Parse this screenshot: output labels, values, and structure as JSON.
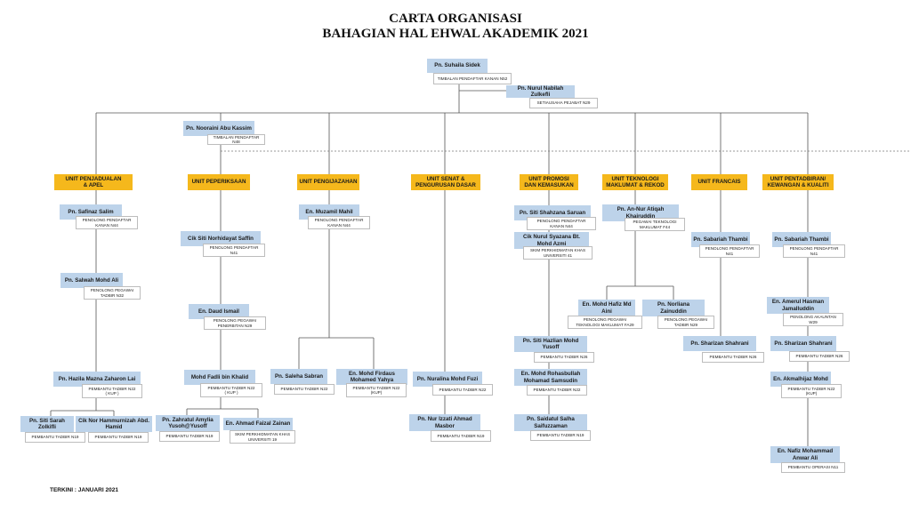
{
  "title_line1": "CARTA ORGANISASI",
  "title_line2": "BAHAGIAN HAL EHWAL AKADEMIK 2021",
  "footer": "TERKINI : JANUARI 2021",
  "top": {
    "head": {
      "name": "Pn. Suhaila Sidek",
      "post": "TIMBALAN PENDAFTAR KANAN N52"
    },
    "secretary": {
      "name": "Pn. Nurul  Nabilah Zulkefli",
      "post": "SETIAUSAHA PEJABAT N29"
    },
    "deputy": {
      "name": "Pn. Nooraini Abu Kassim",
      "post": "TIMBALAN PENDAFTAR N48"
    }
  },
  "units": [
    {
      "label": "UNIT PENJADUALAN\n& APEL"
    },
    {
      "label": "UNIT PEPERIKSAAN"
    },
    {
      "label": "UNIT PENGIJAZAHAN"
    },
    {
      "label": "UNIT SENAT &\nPENGURUSAN DASAR"
    },
    {
      "label": "UNIT PROMOSI\nDAN KEMASUKAN"
    },
    {
      "label": "UNIT TEKNOLOGI\nMAKLUMAT & REKOD"
    },
    {
      "label": "UNIT FRANCAIS"
    },
    {
      "label": "UNIT PENTADBIRAN/\nKEWANGAN & KUALITI"
    }
  ],
  "staff": [
    {
      "name": "Pn. Safinaz Salim",
      "post": "PENOLONG PENDAFTAR\nKANAN N44"
    },
    {
      "name": "Pn. Salwah Mohd Ali",
      "post": "PENOLONG PEGAWAI\nTADBIR N32"
    },
    {
      "name": "Pn. Hazila Mazna Zaharon Lai",
      "post": "PEMBANTU TADBIR N22\n( KUP )"
    },
    {
      "name": "Pn. Siti Sarah\nZolkifli",
      "post": "PEMBANTU TADBIR N19"
    },
    {
      "name": "Cik Nor Hammurnizah Abd.\nHamid",
      "post": "PEMBANTU TADBIR N19"
    },
    {
      "name": "Cik Siti Norhidayat Saffin",
      "post": "PENOLONG PENDAFTAR\nN41"
    },
    {
      "name": "En. Daud Ismail",
      "post": "PENOLONG PEGAWAI\nPENERBITAN N29"
    },
    {
      "name": "Mohd Fadli bin Khalid",
      "post": "PEMBANTU TADBIR N22\n( KUP )"
    },
    {
      "name": "Pn. Zahratul Amylia\nYusoh@Yusoff",
      "post": "PEMBANTU TADBIR N19"
    },
    {
      "name": "En. Ahmad Faizal Zainan",
      "post": "SKIM PERKHIDMATAN KHAS\nUNIVERSITI 19"
    },
    {
      "name": "En. Muzamil Mahil",
      "post": "PENOLONG PENDAFTAR\nKANAN N44"
    },
    {
      "name": "Pn. Saleha Sabran",
      "post": "PEMBANTU TADBIR N22"
    },
    {
      "name": "En. Mohd Firdaus\nMohamed Yahya",
      "post": "PEMBANTU TADBIR N22\n(KUP)"
    },
    {
      "name": "Pn. Nuralina Mohd Fuzi",
      "post": "PEMBANTU TADBIR N22"
    },
    {
      "name": "Pn. Nur Izzati Ahmad\nMasbor",
      "post": "PEMBANTU TADBIR N19"
    },
    {
      "name": "Pn. Siti Shahzana Saruan",
      "post": "PENOLONG PENDAFTAR\nKANAN N44"
    },
    {
      "name": "Cik Nurul Syazana Bt.\nMohd Azmi",
      "post": "SKIM PERKHIDMATAN KHAS\nUNIVERSITI 41"
    },
    {
      "name": "Pn. Siti Hazlian Mohd\nYusoff",
      "post": "PEMBANTU TADBIR N26"
    },
    {
      "name": "En. Mohd Rohasbullah\nMohamad Samsudin",
      "post": "PEMBANTU TADBIR N22"
    },
    {
      "name": "Pn. Saidatul Salha\nSaifuzzaman",
      "post": "PEMBANTU TADBIR N19"
    },
    {
      "name": "Pn. An-Nur Atiqah\nKhairuddin",
      "post": "PEGAWAI TEKNOLOGI\nMAKLUMAT F44"
    },
    {
      "name": "En. Mohd Hafiz Md\nAini",
      "post": "PENOLONG PEGAWAI\nTEKNOLOGI MAKLUMAT FA29"
    },
    {
      "name": "Pn. Norliana\nZainuddin",
      "post": "PENOLONG PEGAWAI\nTADBIR N29"
    },
    {
      "name": "Pn. Sabariah Thambi",
      "post": "PENOLONG PENDAFTAR\nN41"
    },
    {
      "name": "Pn. Sharizan Shahrani",
      "post": "PEMBANTU TADBIR N26"
    },
    {
      "name": "Pn. Sabariah Thambi",
      "post": "PENOLONG PENDAFTAR\nN41"
    },
    {
      "name": "En. Amerul Hasman\nJamalluddin",
      "post": "PENOLONG AKAUNTAN\nW29"
    },
    {
      "name": "Pn. Sharizan Shahrani",
      "post": "PEMBANTU TADBIR N26"
    },
    {
      "name": "En. Akmalhijaz Mohd",
      "post": "PEMBANTU TADBIR N22\n(KUP)"
    },
    {
      "name": "En. Nafiz Mohammad\nAnwar Ali",
      "post": "PEMBANTU OPERASI N11"
    }
  ]
}
